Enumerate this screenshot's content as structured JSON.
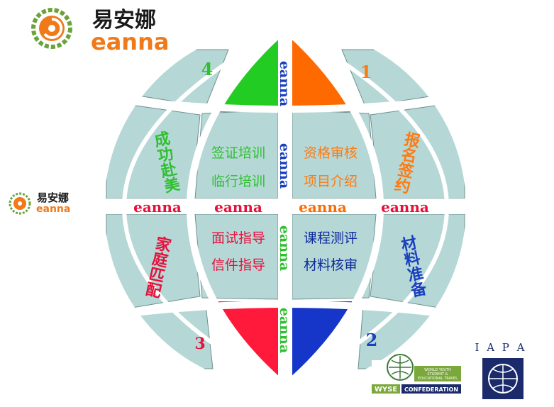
{
  "brand": {
    "name_cn": "易安娜",
    "name_en": "eanna"
  },
  "colors": {
    "cell": "#b5d8d7",
    "cell_stroke": "#6f8f8e",
    "green": "#22cc22",
    "orange": "#ff6a00",
    "red": "#ff1a3c",
    "blue": "#1536c8",
    "navy": "#0f2a9a",
    "label_green": "#2fbf2f",
    "label_orange": "#ff7a10",
    "label_red": "#e6103a",
    "label_blue": "#1a3fbf"
  },
  "steps": {
    "s1": "1",
    "s2": "2",
    "s3": "3",
    "s4": "4"
  },
  "side_labels": {
    "success": "成功赴美",
    "signup": "报名签约",
    "family": "家庭匹配",
    "materials": "材料准备"
  },
  "inner_labels": {
    "visa_training": "签证培训",
    "pre_departure": "临行培训",
    "qualification": "资格审核",
    "project_intro": "项目介绍",
    "interview": "面试指导",
    "letter": "信件指导",
    "course_test": "课程测评",
    "material_review": "材料核审"
  },
  "band": {
    "h1": "eanna",
    "h2": "eanna",
    "h3": "eanna",
    "h4": "eanna",
    "v1": "eanna",
    "v2": "eanna",
    "v3": "eanna",
    "v4": "eanna"
  },
  "partners": {
    "wyse_name": "WYSE",
    "wyse_line1": "WORLD YOUTH",
    "wyse_line2": "STUDENT &",
    "wyse_line3": "EDUCATIONAL TRAVEL",
    "wyse_confed": "CONFEDERATION",
    "iapa": "I A P A"
  }
}
